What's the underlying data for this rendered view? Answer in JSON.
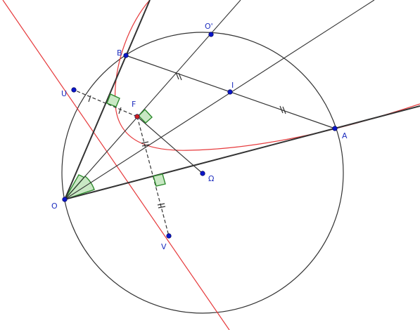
{
  "figure": {
    "points": [
      {
        "id": "O",
        "label": "O",
        "color": "#1f2fbf"
      },
      {
        "id": "A",
        "label": "A",
        "color": "#1f2fbf"
      },
      {
        "id": "B",
        "label": "B",
        "color": "#1f2fbf"
      },
      {
        "id": "I",
        "label": "I",
        "color": "#1f2fbf"
      },
      {
        "id": "O2",
        "label": "O'",
        "color": "#1f2fbf"
      },
      {
        "id": "U",
        "label": "U",
        "color": "#1f2fbf"
      },
      {
        "id": "V",
        "label": "V",
        "color": "#1f2fbf"
      },
      {
        "id": "F",
        "label": "F",
        "color": "#c8262b"
      },
      {
        "id": "W",
        "label": "Ω",
        "color": "#1f2fbf"
      }
    ],
    "colors": {
      "circle": "#333333",
      "line": "#333333",
      "red": "#e6393b",
      "point": "#0a16c8",
      "point_F": "#cc1f1f",
      "green_fill": "#c9e8c4",
      "green_stroke": "#2e8b2e"
    }
  }
}
